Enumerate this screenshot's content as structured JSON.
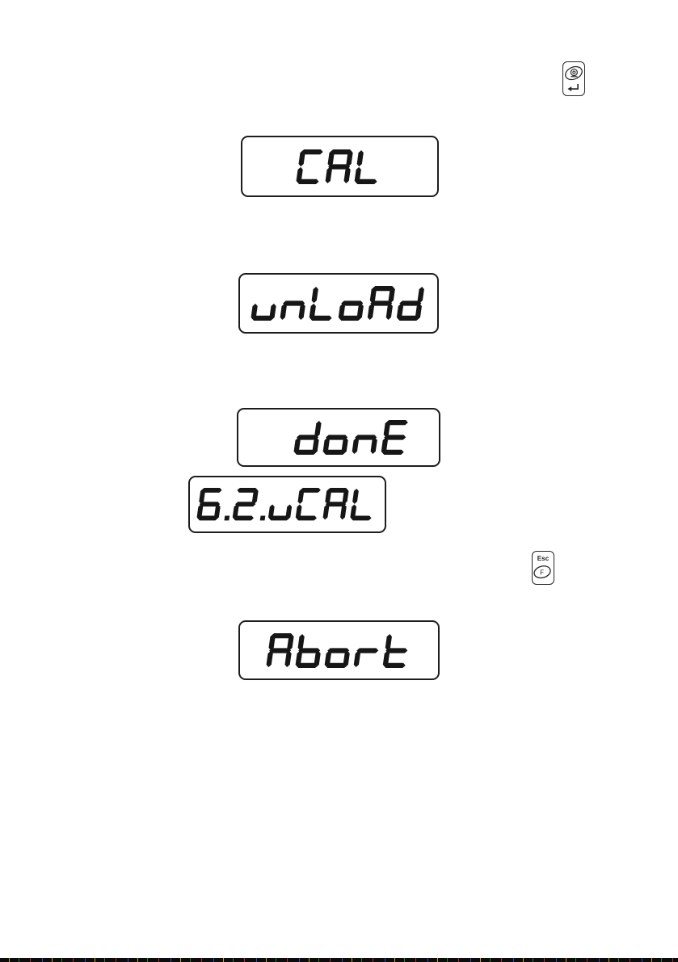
{
  "displays": [
    {
      "name": "lcd-display-cal",
      "text": "CAL"
    },
    {
      "name": "lcd-display-unload",
      "text": "unLoAd"
    },
    {
      "name": "lcd-display-done",
      "text": "donE"
    },
    {
      "name": "lcd-display-ucal",
      "text": "6.2.uCAL"
    },
    {
      "name": "lcd-display-abort",
      "text": "Abort"
    }
  ],
  "keys": {
    "print_enter": {
      "name": "print-enter-key",
      "symbol_icon": "print-roll-icon",
      "enter_icon": "↵"
    },
    "esc_function": {
      "name": "esc-function-key",
      "top_label": "Esc",
      "oval_label": "F"
    }
  },
  "colors": {
    "page_background": "#ffffff",
    "segment": "#161616",
    "display_border": "#1d1d1d",
    "key_border": "#262626",
    "key_ink": "#222222",
    "bottom_edge": "#0c0c0c"
  }
}
